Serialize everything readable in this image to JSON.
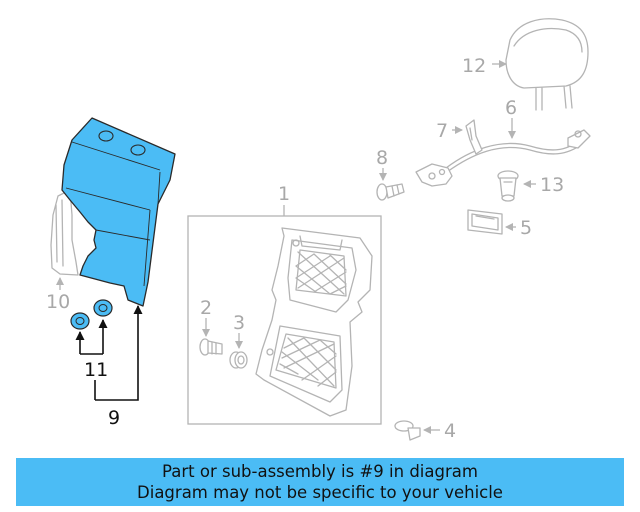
{
  "colors": {
    "highlight": "#4bbcf5",
    "banner_bg": "#4bbcf5",
    "line_gray": "#b4b4b4",
    "label_gray": "#a8a8a8",
    "label_dark": "#111111"
  },
  "callouts": {
    "p1": "1",
    "p2": "2",
    "p3": "3",
    "p4": "4",
    "p5": "5",
    "p6": "6",
    "p7": "7",
    "p8": "8",
    "p9": "9",
    "p10": "10",
    "p11": "11",
    "p12": "12",
    "p13": "13"
  },
  "banner": {
    "line1": "Part or sub-assembly is #9 in diagram",
    "line2": "Diagram may not be specific to your vehicle"
  }
}
